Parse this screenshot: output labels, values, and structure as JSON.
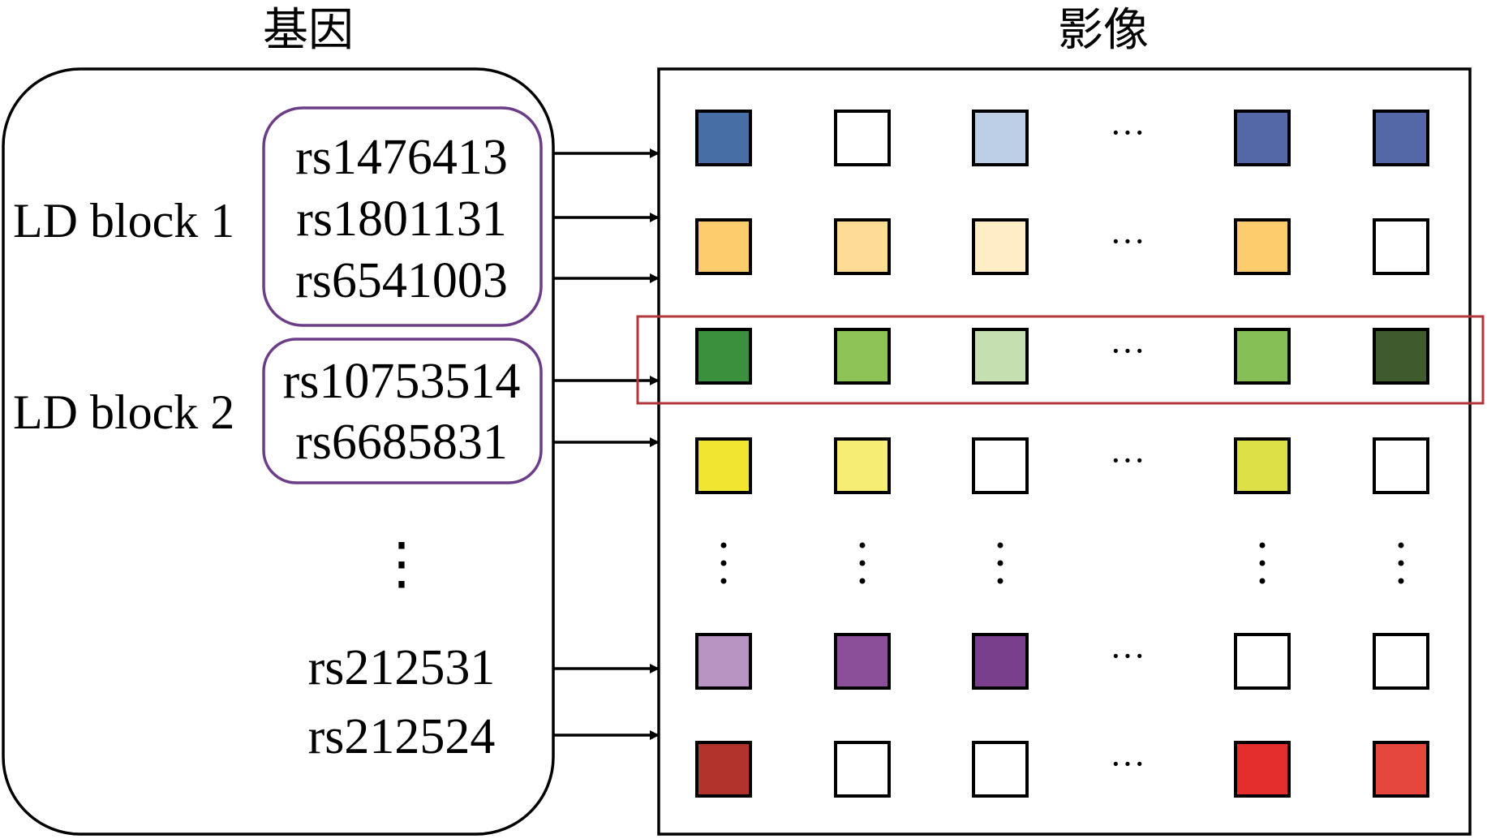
{
  "titles": {
    "gene": "基因",
    "imaging": "影像"
  },
  "ld_blocks": [
    {
      "label": "LD block 1",
      "snps": [
        "rs1476413",
        "rs1801131",
        "rs6541003"
      ]
    },
    {
      "label": "LD block 2",
      "snps": [
        "rs10753514",
        "rs6685831"
      ]
    }
  ],
  "vertical_ellipsis": "⋮",
  "tail_snps": [
    "rs212531",
    "rs212524"
  ],
  "horizontal_ellipsis": "···",
  "colors": {
    "block_border": "#6b3d87",
    "highlight_border": "#b3373a",
    "line": "#000000"
  },
  "grid": {
    "highlighted_row": 2,
    "rows": [
      [
        "#486ea6",
        "#ffffff",
        "#bccfe6",
        "ellipsis",
        "#5467a6",
        "#5467a6"
      ],
      [
        "#fccc6d",
        "#fddd96",
        "#feedc5",
        "ellipsis",
        "#fccc6d",
        "#ffffff"
      ],
      [
        "#3a903c",
        "#8ec357",
        "#c6dfb1",
        "ellipsis",
        "#86bf55",
        "#3f5b2e"
      ],
      [
        "#f2e531",
        "#f6ee74",
        "#ffffff",
        "ellipsis",
        "#dde046",
        "#ffffff"
      ],
      [
        "vdots",
        "vdots",
        "vdots",
        "gap",
        "vdots",
        "vdots"
      ],
      [
        "#b894c2",
        "#8a4f98",
        "#793f8c",
        "ellipsis",
        "#ffffff",
        "#ffffff"
      ],
      [
        "#b2332c",
        "#ffffff",
        "#ffffff",
        "ellipsis",
        "#e32e2b",
        "#e5473c"
      ]
    ]
  }
}
